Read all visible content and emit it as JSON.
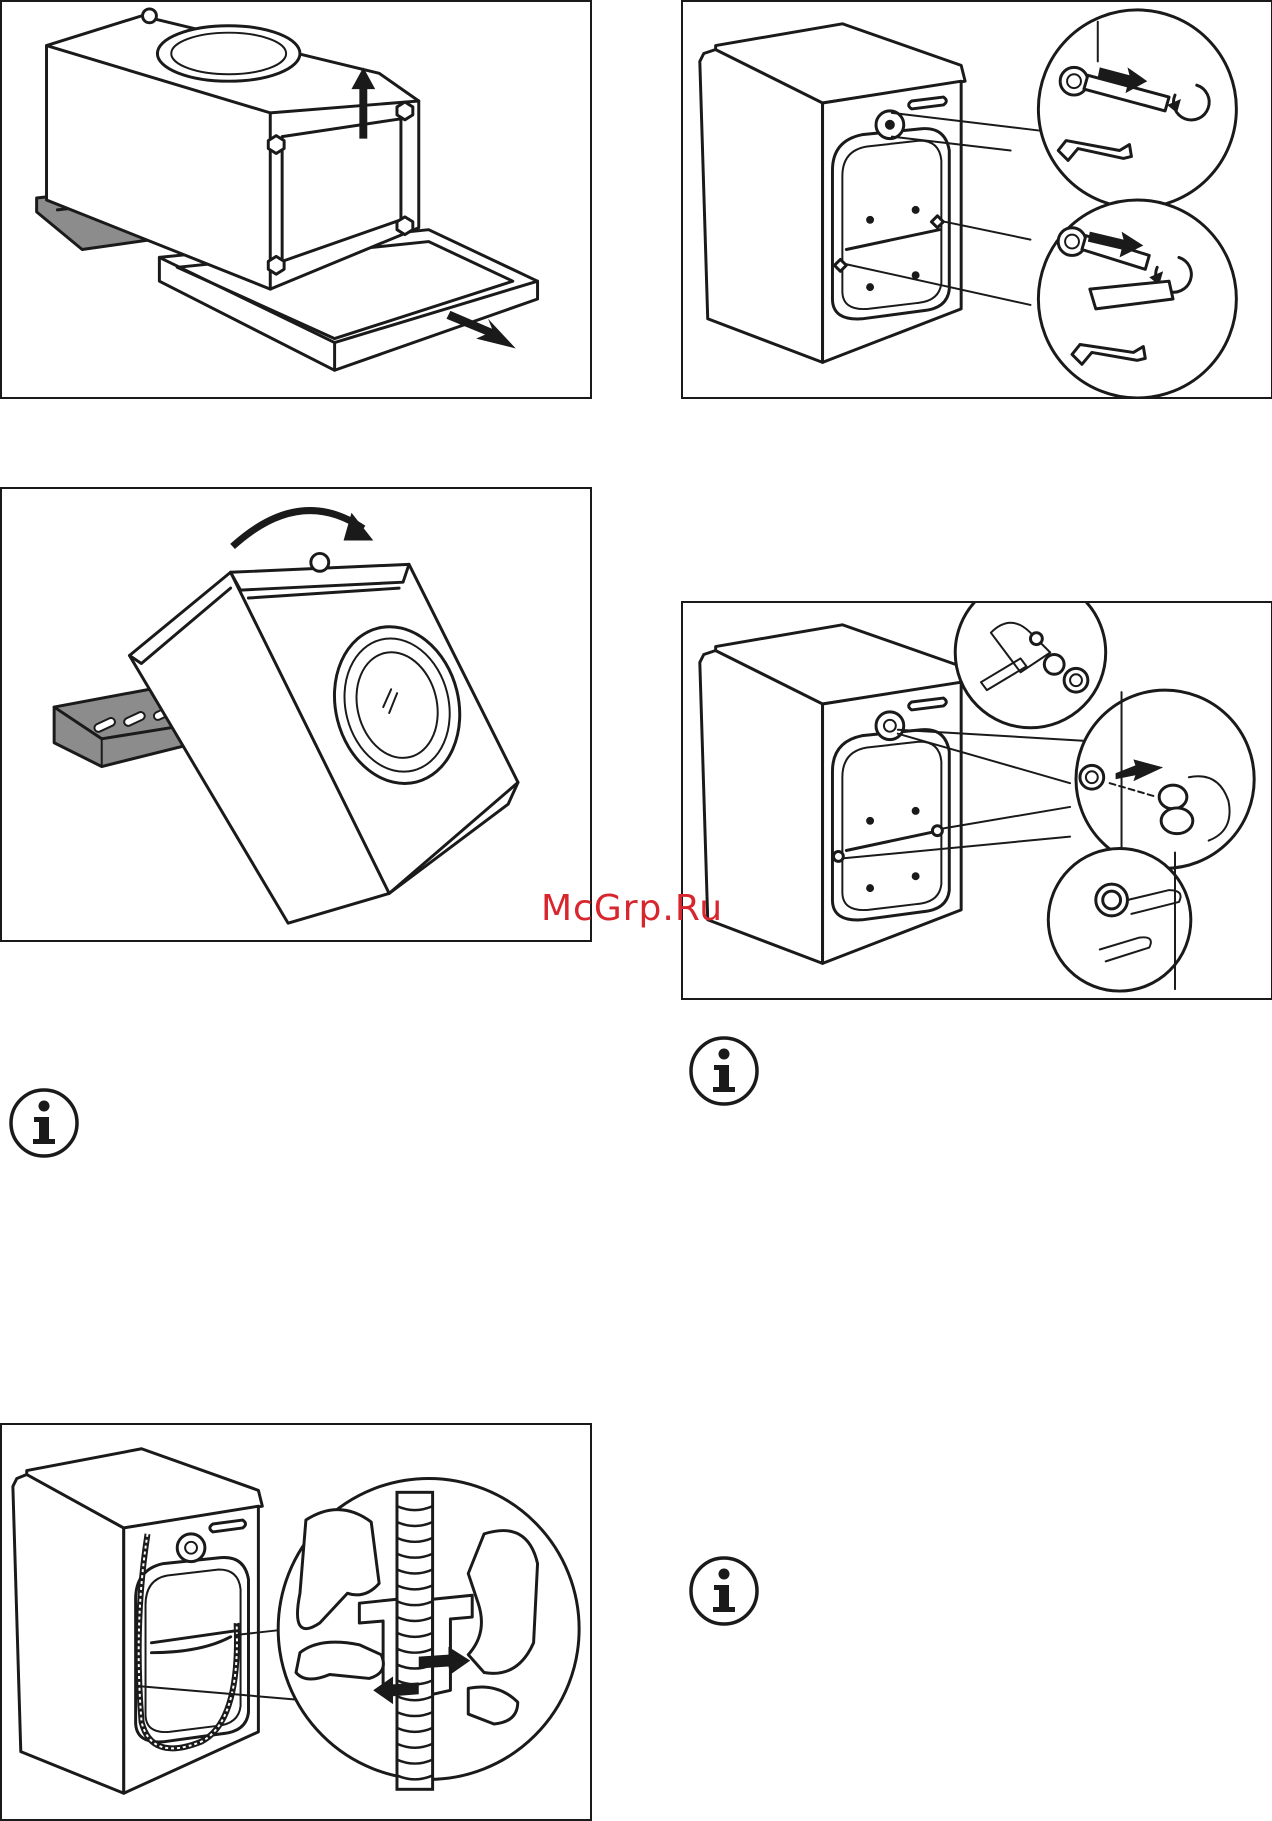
{
  "watermark": {
    "text": "McGrp.Ru",
    "color": "#d7262d"
  },
  "colors": {
    "line": "#1a1a1a",
    "fill": "#ffffff",
    "shade": "#8c8c8c"
  },
  "icons": {
    "info": "info-icon",
    "figures": [
      "remove-packaging-base-figure",
      "remove-transit-bolts-figure",
      "tilt-appliance-figure",
      "insert-plastic-caps-figure",
      "release-hose-clip-figure"
    ]
  }
}
